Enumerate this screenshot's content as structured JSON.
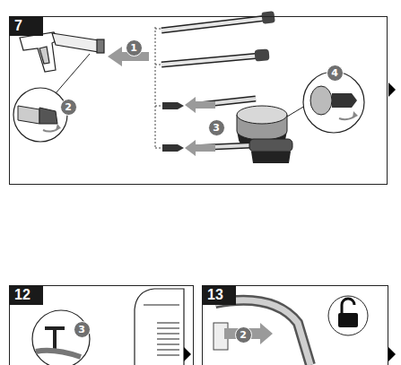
{
  "diagram": {
    "nodes": [
      {
        "text": [
          "7"
        ]
      },
      {
        "text": [
          "1"
        ],
        "in": 0
      },
      {
        "text": [
          "2"
        ],
        "in": 0
      },
      {
        "text": [
          "3"
        ],
        "in": 0
      },
      {
        "text": [
          "4"
        ],
        "in": 0
      },
      {
        "text": [
          "12"
        ]
      },
      {
        "text": [
          "3"
        ],
        "in": 5
      },
      {
        "text": [
          "13"
        ]
      },
      {
        "text": [
          "2"
        ],
        "in": 7
      }
    ]
  }
}
